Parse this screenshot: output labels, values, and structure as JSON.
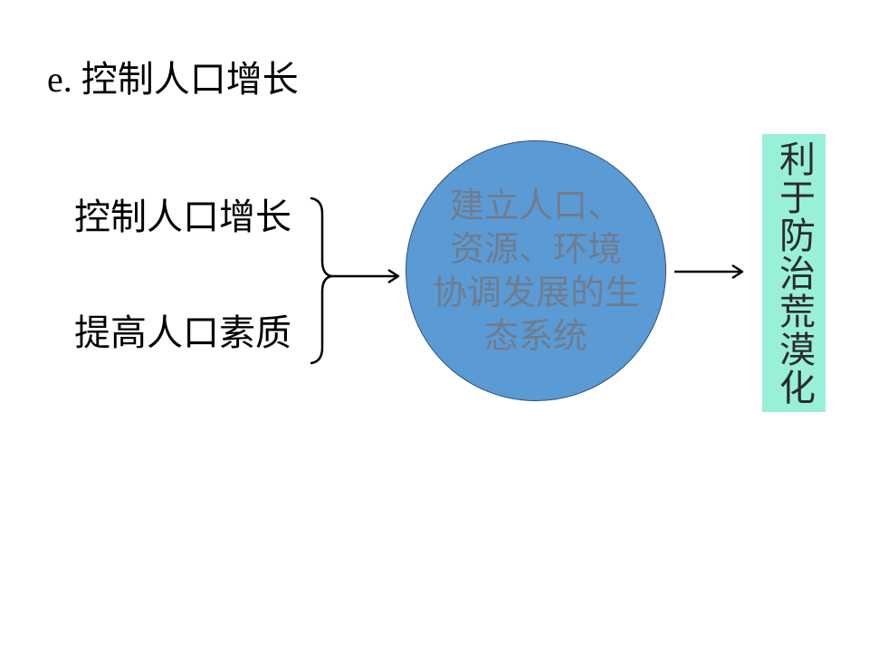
{
  "title": "e. 控制人口增长",
  "left_items": [
    "控制人口增长",
    "提高人口素质"
  ],
  "circle": {
    "lines": [
      "建立人口、",
      "资源、环境",
      "协调发展的生",
      "态系统"
    ],
    "fill": "#5b9bd5",
    "text_color": "#6f7c8e"
  },
  "result_box": {
    "text": "利于防治荒漠化",
    "fill": "#99f0d8"
  },
  "connector_color": "#000000"
}
